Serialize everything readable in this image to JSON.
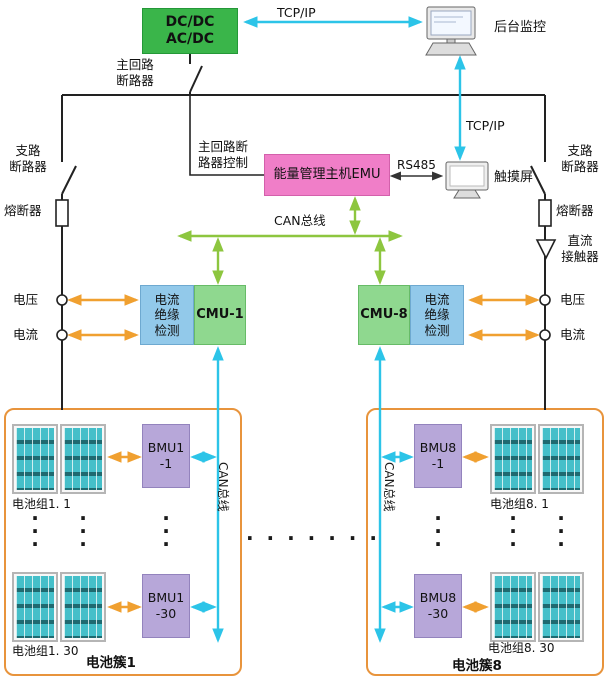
{
  "colors": {
    "converter_green": "#3ab54a",
    "cmu_green": "#8fd88f",
    "detect_blue": "#92c9ea",
    "emu_pink": "#f07ec8",
    "bmu_purple": "#b7a7d9",
    "cluster_orange": "#e8943c",
    "cyan_link": "#2cc4e8",
    "green_can": "#8dc63f",
    "orange_signal": "#f0a030"
  },
  "top": {
    "converter": "DC/DC\nAC/DC",
    "tcp_ip_top": "TCP/IP",
    "backend_monitor": "后台监控",
    "main_breaker": "主回路\n断路器",
    "tcp_ip_mid": "TCP/IP"
  },
  "middle": {
    "breaker_control": "主回路断\n路器控制",
    "emu": "能量管理主机EMU",
    "rs485": "RS485",
    "touchscreen": "触摸屏",
    "can_bus": "CAN总线"
  },
  "left_branch": {
    "breaker": "支路\n断路器",
    "fuse": "熔断器",
    "voltage": "电压",
    "current": "电流"
  },
  "right_branch": {
    "breaker": "支路\n断路器",
    "fuse": "熔断器",
    "contactor": "直流\n接触器",
    "voltage": "电压",
    "current": "电流"
  },
  "cmu_left": {
    "detect": "电流\n绝缘\n检测",
    "name": "CMU-1"
  },
  "cmu_right": {
    "detect": "电流\n绝缘\n检测",
    "name": "CMU-8"
  },
  "cluster_left": {
    "title": "电池簇1",
    "group_top": "电池组1. 1",
    "group_bottom": "电池组1. 30",
    "bmu_top": "BMU1\n-1",
    "bmu_bottom": "BMU1\n-30",
    "can": "CAN总线",
    "vdots": "·\n·\n·"
  },
  "cluster_right": {
    "title": "电池簇8",
    "group_top": "电池组8. 1",
    "group_bottom": "电池组8. 30",
    "bmu_top": "BMU8\n-1",
    "bmu_bottom": "BMU8\n-30",
    "can": "CAN总线",
    "vdots": "·\n·\n·"
  },
  "hdots": "· · · · · · ·"
}
